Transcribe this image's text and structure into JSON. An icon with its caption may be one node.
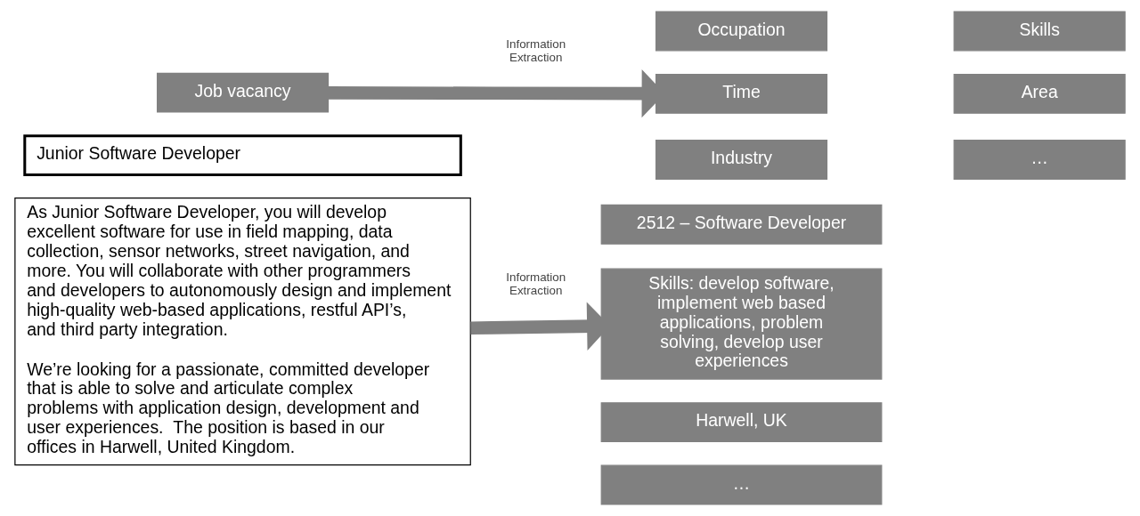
{
  "diagram": {
    "nodes": [
      {
        "text": [
          "Job vacancy"
        ]
      },
      {
        "text": [
          "Occupation"
        ]
      },
      {
        "text": [
          "Skills"
        ]
      },
      {
        "text": [
          "Time"
        ]
      },
      {
        "text": [
          "Area"
        ]
      },
      {
        "text": [
          "Industry"
        ]
      },
      {
        "text": [
          "…"
        ]
      },
      {
        "text": [
          "Junior Software Developer"
        ]
      },
      {
        "text": [
          "As Junior Software Developer, you will develop excellent software for use in field mapping, data collection, sensor networks, street navigation, and more. You will collaborate with other programmers and developers to autonomously design and implement high-quality web-based applications, restful API’s, and third party integration.",
          "We’re looking for a passionate, committed developer that is able to solve and articulate complex problems with application design, development and user experiences.  The position is based in our offices in Harwell, United Kingdom."
        ]
      },
      {
        "text": [
          "2512 – Software Developer"
        ]
      },
      {
        "text": [
          "Skills: develop software, implement web based applications, problem solving, develop user experiences"
        ]
      },
      {
        "text": [
          "Harwell, UK"
        ]
      },
      {
        "text": [
          "…"
        ]
      }
    ],
    "edges": [
      {
        "from": 0,
        "to": 3,
        "arrow": "to",
        "label": "Information Extraction"
      },
      {
        "from": 8,
        "to": 10,
        "arrow": "to",
        "label": "Information Extraction"
      }
    ]
  }
}
